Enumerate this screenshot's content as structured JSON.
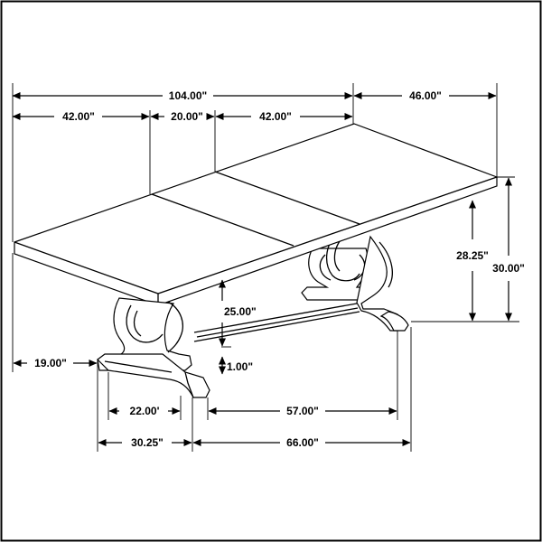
{
  "dimensions": {
    "total_length": "104.00\"",
    "depth": "46.00\"",
    "end_section_left": "42.00\"",
    "leaf": "20.00\"",
    "end_section_right": "42.00\"",
    "apron_height": "28.25\"",
    "table_height": "30.00\"",
    "knee_clearance": "25.00\"",
    "stretcher_clearance": "1.00\"",
    "overhang": "19.00\"",
    "base_foot_width": "22.00'",
    "base_length_inner": "57.00\"",
    "base_depth": "30.25\"",
    "base_length_outer": "66.00\""
  }
}
